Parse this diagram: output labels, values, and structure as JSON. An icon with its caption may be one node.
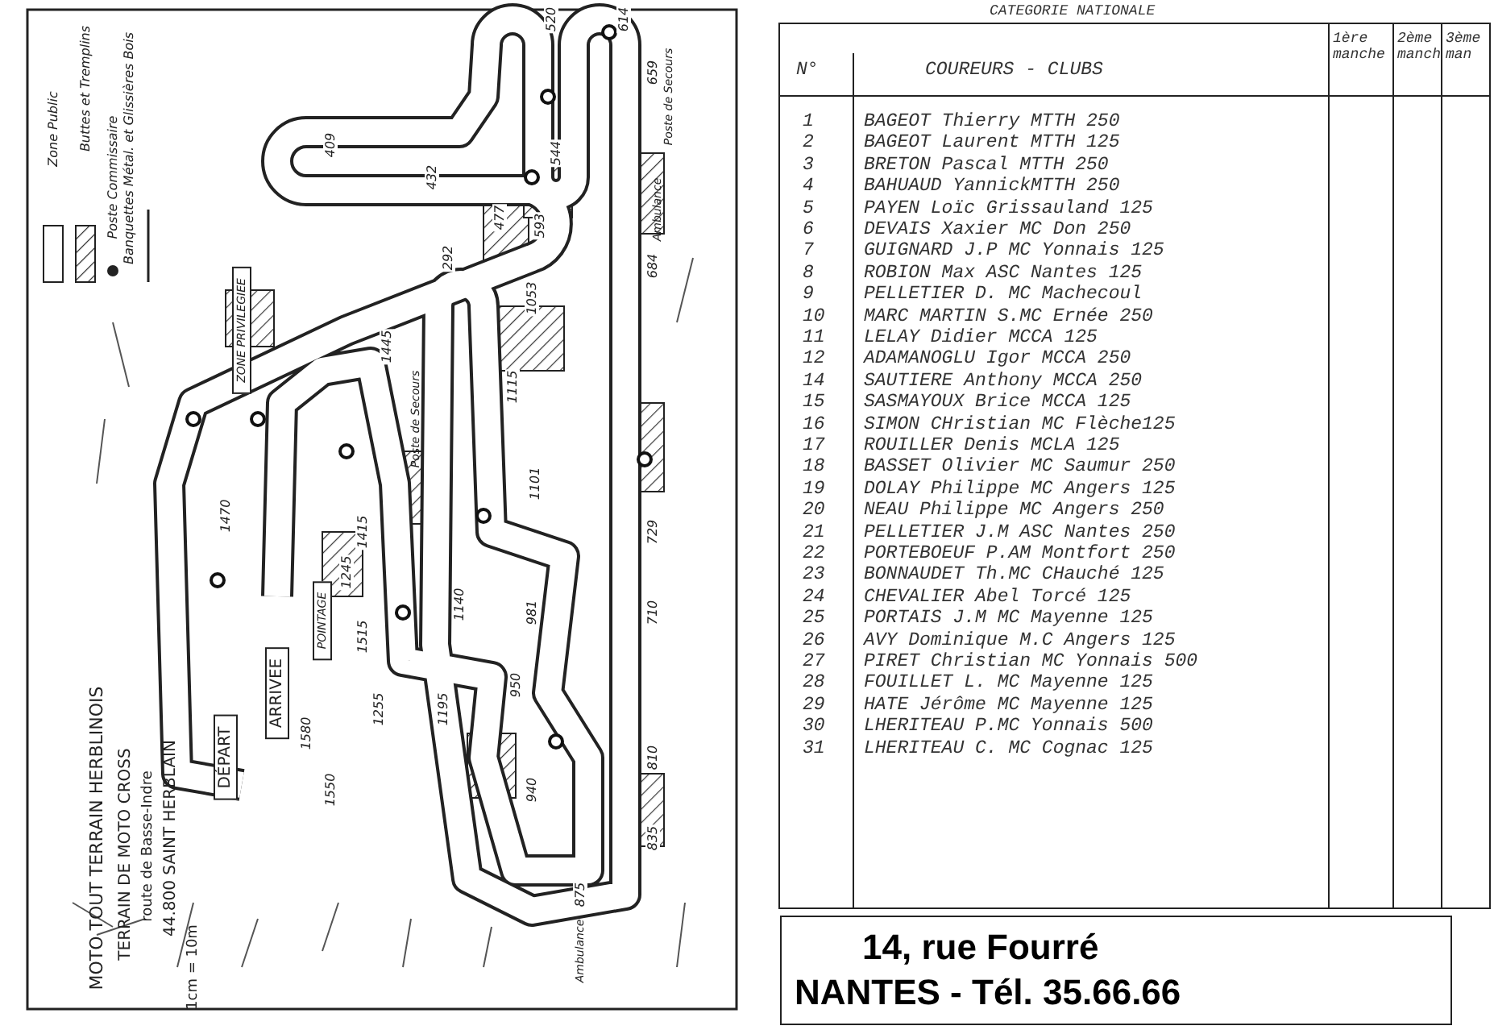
{
  "diagram": {
    "labels": [
      "MOTO TOUT TERRAIN HERBLINOIS",
      "TERRAIN DE MOTO CROSS",
      "route de Basse-Indre",
      "44.800 SAINT HERBLAIN",
      "1cm = 10m",
      "DÉPART",
      "ARRIVEE",
      "POINTAGE",
      "ZONE PRIVILEGIEE",
      "Poste de Secours",
      "Poste de Secours",
      "Ambulance",
      "Ambulance",
      "1580",
      "1550",
      "1515",
      "1415",
      "1470",
      "1445",
      "1245",
      "1255",
      "1195",
      "1140",
      "1101",
      "1115",
      "1053",
      "981",
      "950",
      "940",
      "875",
      "835",
      "810",
      "710",
      "729",
      "659",
      "684",
      "593",
      "544",
      "477",
      "520",
      "614",
      "432",
      "409",
      "292",
      "CATEGORIE NATIONALE",
      "N°",
      "COUREURS - CLUBS",
      "1ère manche",
      "2ème manch",
      "3ème man",
      "1",
      "BAGEOT Thierry MTTH 250",
      "2",
      "BAGEOT Laurent MTTH 125",
      "3",
      "BRETON Pascal MTTH 250",
      "4",
      "BAHUAUD YannickMTTH 250",
      "5",
      "PAYEN Loïc Grissauland 125",
      "6",
      "DEVAIS Xaxier MC Don 250",
      "7",
      "GUIGNARD J.P MC Yonnais 125",
      "8",
      "ROBION Max ASC Nantes 125",
      "9",
      "PELLETIER D. MC Machecoul",
      "10",
      "MARC MARTIN S.MC Ernée 250",
      "11",
      "LELAY Didier MCCA 125",
      "12",
      "ADAMANOGLU Igor MCCA 250",
      "14",
      "SAUTIERE Anthony MCCA 250",
      "15",
      "SASMAYOUX Brice MCCA 125",
      "16",
      "SIMON CHristian MC Flèche125",
      "17",
      "ROUILLER Denis MCLA 125",
      "18",
      "BASSET Olivier MC Saumur 250",
      "19",
      "DOLAY Philippe MC Angers 125",
      "20",
      "NEAU Philippe MC Angers 250",
      "21",
      "PELLETIER J.M ASC Nantes 250",
      "22",
      "PORTEBOEUF P.AM Montfort 250",
      "23",
      "BONNAUDET Th.MC CHauché 125",
      "24",
      "CHEVALIER Abel Torcé 125",
      "25",
      "PORTAIS J.M MC Mayenne 125",
      "26",
      "AVY Dominique M.C Angers 125",
      "27",
      "PIRET Christian MC Yonnais 500",
      "28",
      "FOUILLET L. MC Mayenne 125",
      "29",
      "HATE Jérôme MC Mayenne 125",
      "30",
      "LHERITEAU P.MC Yonnais 500",
      "31",
      "LHERITEAU C. MC Cognac 125",
      "14, rue Fourré",
      "NANTES - Tél. 35.66.66"
    ],
    "legend": [
      {
        "text": "Zone Public"
      },
      {
        "text": "Buttes et Tremplins"
      },
      {
        "text": "Poste Commissaire"
      },
      {
        "text": "Banquettes Métal. et Glissières Bois"
      }
    ]
  }
}
